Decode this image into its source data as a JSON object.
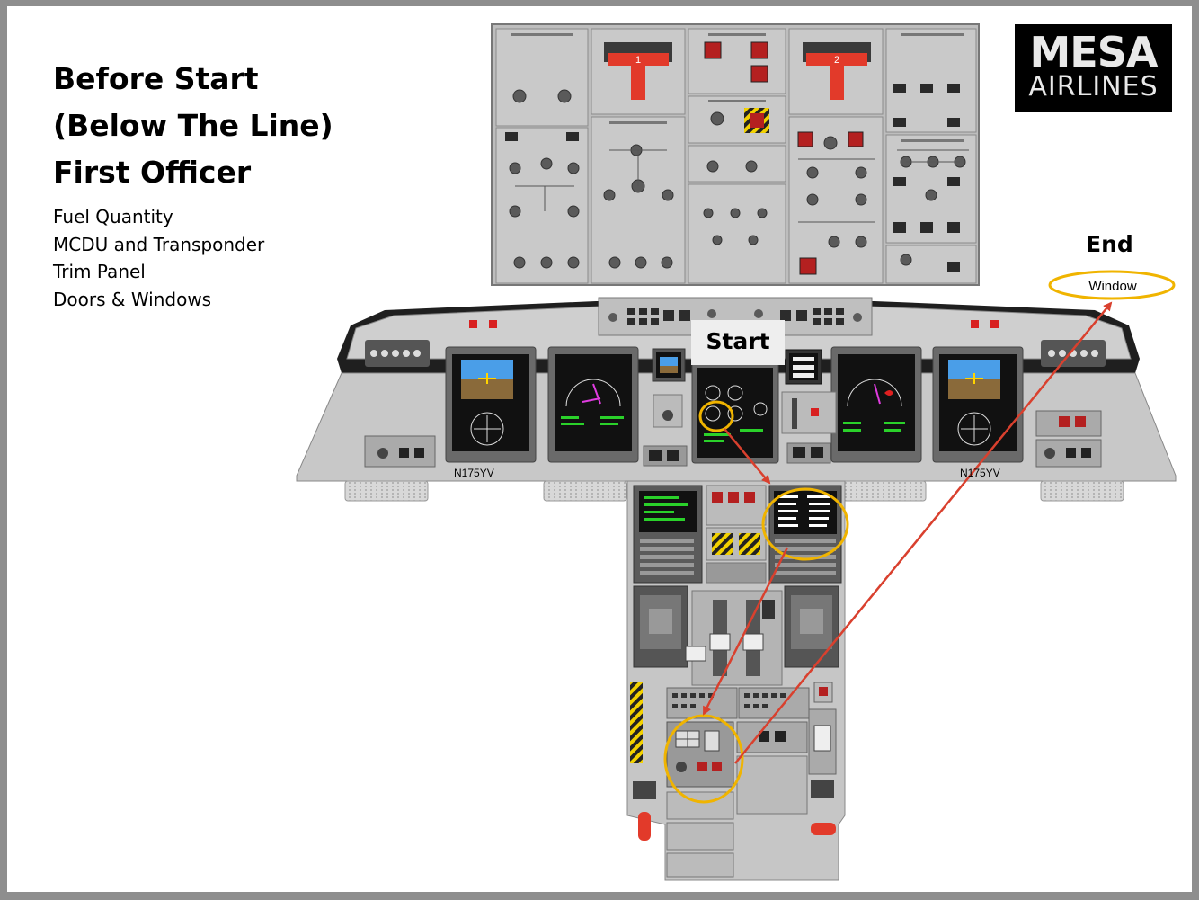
{
  "slide": {
    "title_lines": [
      "Before Start",
      "(Below The Line)",
      "First Officer"
    ],
    "items": [
      "Fuel Quantity",
      "MCDU and Transponder",
      "Trim Panel",
      "Doors & Windows"
    ],
    "logo": {
      "line1": "MESA",
      "line2": "AIRLINES"
    },
    "start_label": "Start",
    "end_label": "End",
    "end_target": "Window",
    "tail_numbers": [
      "N175YV",
      "N175YV"
    ],
    "handle_labels": [
      "1",
      "2"
    ]
  },
  "colors": {
    "highlight_ring": "#f0b400",
    "arrow": "#d9402e",
    "panel": "#c4c4c4",
    "panel_dark": "#3c3c3c",
    "handle": "#e23a2a"
  }
}
